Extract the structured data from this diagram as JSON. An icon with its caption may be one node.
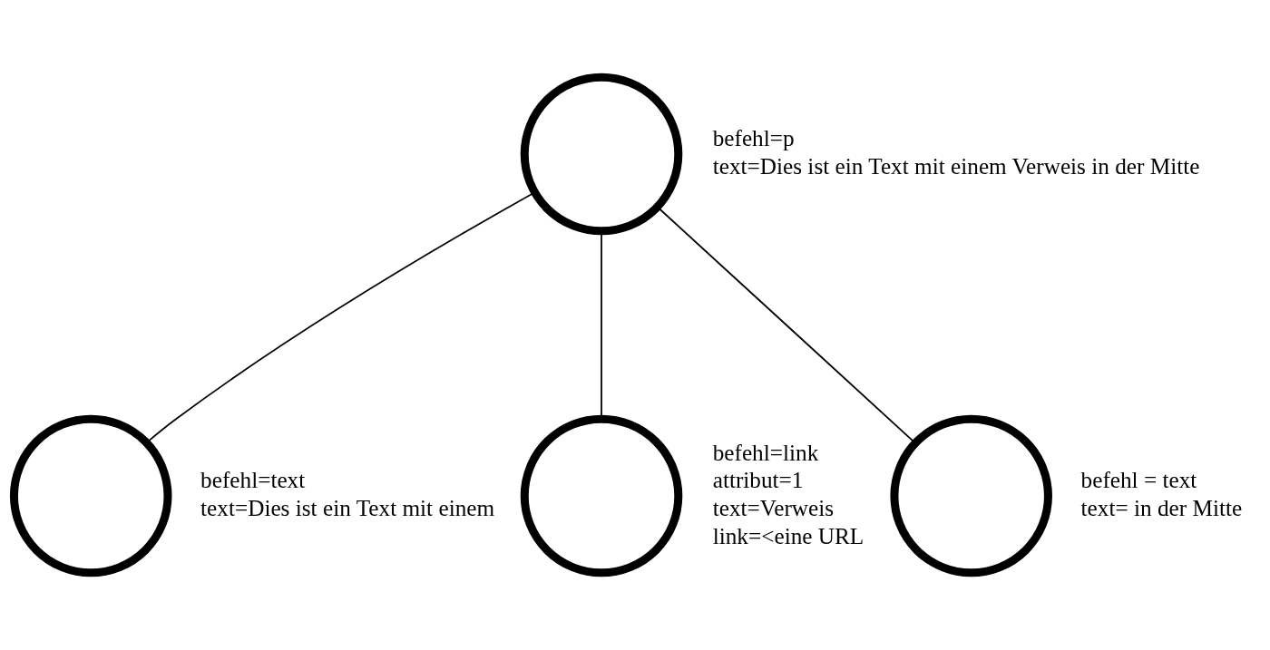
{
  "diagram": {
    "nodes": [
      {
        "text": [],
        "shape": "circle",
        "beside": [
          "befehl=p",
          "text=Dies ist ein Text mit einem Verweis in der Mitte"
        ]
      },
      {
        "text": [],
        "shape": "circle",
        "beside": [
          "befehl=text",
          "text=Dies ist ein Text mit einem"
        ]
      },
      {
        "text": [],
        "shape": "circle",
        "beside": [
          "befehl=link",
          "attribut=1",
          "text=Verweis",
          "link=<eine URL"
        ]
      },
      {
        "text": [],
        "shape": "circle",
        "beside": [
          "befehl = text",
          "text= in der Mitte"
        ]
      }
    ],
    "edges": [
      {
        "from": 0,
        "to": 1,
        "arrow": "none"
      },
      {
        "from": 0,
        "to": 2,
        "arrow": "none"
      },
      {
        "from": 0,
        "to": 3,
        "arrow": "none"
      }
    ]
  }
}
